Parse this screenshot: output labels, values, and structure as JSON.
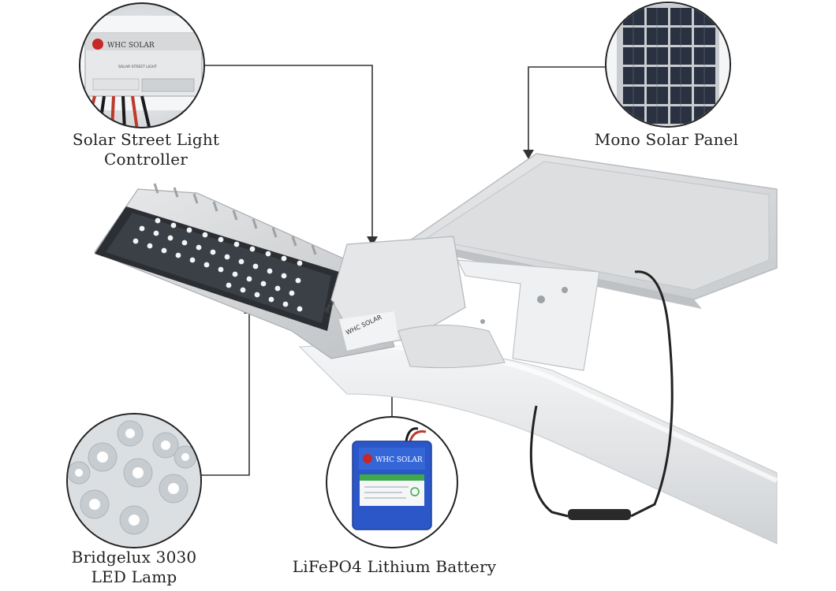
{
  "labels": {
    "controller": {
      "line1": "Solar Street Light",
      "line2": "Controller"
    },
    "panel": {
      "line1": "Mono Solar Panel"
    },
    "lamp": {
      "line1": "Bridgelux 3030",
      "line2": "LED Lamp"
    },
    "battery": {
      "line1": "LiFePO4 Lithium Battery"
    }
  },
  "brand_text": {
    "controller_logo": "WHC SOLAR",
    "controller_model": "SOLAR STREET LIGHT",
    "battery_logo": "WHC SOLAR",
    "lamp_logo": "WHC SOLAR",
    "ip_rating": "IP65"
  },
  "colors": {
    "leader_line": "#333333",
    "battery_blue": "#2b57c9",
    "battery_label_green": "#3ea84a",
    "housing_gray": "#d9dadb",
    "panel_cell": "#2a3140"
  }
}
